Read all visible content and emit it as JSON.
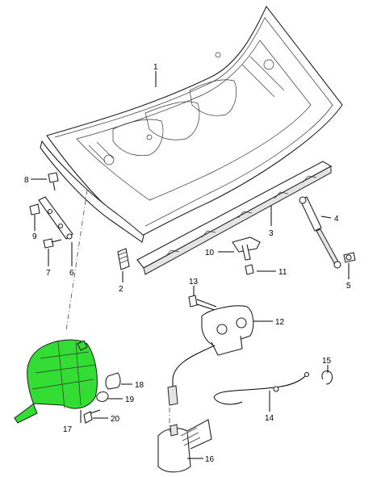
{
  "diagram": {
    "callouts": [
      {
        "id": "1",
        "text": "1"
      },
      {
        "id": "2",
        "text": "2"
      },
      {
        "id": "3",
        "text": "3"
      },
      {
        "id": "4",
        "text": "4"
      },
      {
        "id": "5",
        "text": "5"
      },
      {
        "id": "6",
        "text": "6"
      },
      {
        "id": "7",
        "text": "7"
      },
      {
        "id": "8",
        "text": "8"
      },
      {
        "id": "9",
        "text": "9"
      },
      {
        "id": "10",
        "text": "10"
      },
      {
        "id": "11",
        "text": "11"
      },
      {
        "id": "12",
        "text": "12"
      },
      {
        "id": "13",
        "text": "13"
      },
      {
        "id": "14",
        "text": "14"
      },
      {
        "id": "15",
        "text": "15"
      },
      {
        "id": "16",
        "text": "16"
      },
      {
        "id": "17",
        "text": "17"
      },
      {
        "id": "18",
        "text": "18"
      },
      {
        "id": "19",
        "text": "19"
      },
      {
        "id": "20",
        "text": "20"
      }
    ],
    "highlighted_part": "17",
    "highlight_color": "#33dd33",
    "line_color": "#000000"
  }
}
